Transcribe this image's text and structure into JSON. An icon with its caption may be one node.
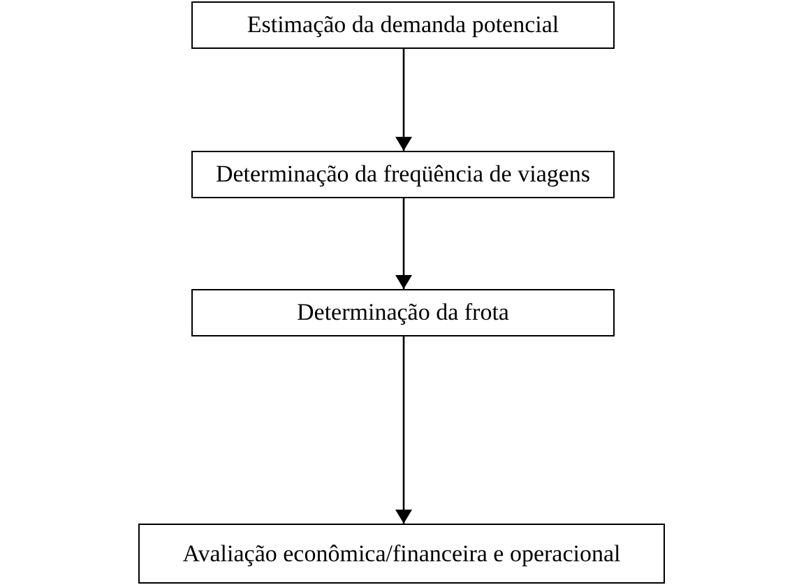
{
  "diagram": {
    "nodes": [
      {
        "text": [
          "Estimação da demanda potencial"
        ]
      },
      {
        "text": [
          "Determinação da freqüência de viagens"
        ]
      },
      {
        "text": [
          "Determinação da frota"
        ]
      },
      {
        "text": [
          "Avaliação econômica/financeira e operacional"
        ]
      }
    ],
    "edges": [
      {
        "from": 0,
        "to": 1,
        "arrow": "to"
      },
      {
        "from": 1,
        "to": 2,
        "arrow": "to"
      },
      {
        "from": 2,
        "to": 3,
        "arrow": "to"
      }
    ]
  }
}
